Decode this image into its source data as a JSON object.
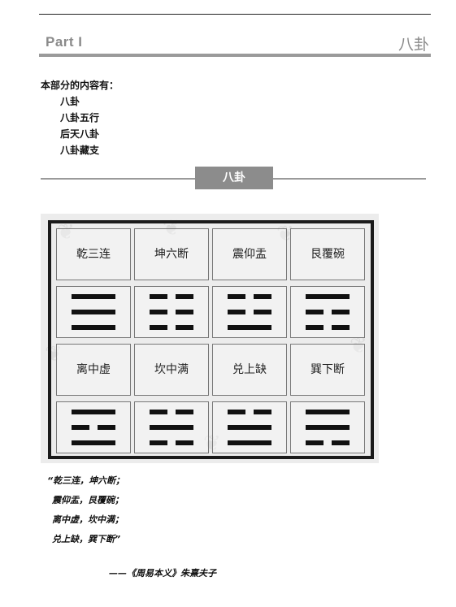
{
  "header": {
    "part": "Part I",
    "title": "八卦"
  },
  "contents": {
    "heading": "本部分的内容有：",
    "items": [
      "八卦",
      "八卦五行",
      "后天八卦",
      "八卦藏支"
    ]
  },
  "section": {
    "title": "八卦"
  },
  "figure": {
    "mnemonics": [
      "乾三连",
      "坤六断",
      "震仰盂",
      "艮覆碗",
      "离中虚",
      "坎中满",
      "兑上缺",
      "巽下断"
    ],
    "trigrams": [
      [
        "solid",
        "solid",
        "solid"
      ],
      [
        "broken",
        "broken",
        "broken"
      ],
      [
        "broken",
        "broken",
        "solid"
      ],
      [
        "solid",
        "broken",
        "broken"
      ],
      [
        "solid",
        "broken",
        "solid"
      ],
      [
        "broken",
        "solid",
        "broken"
      ],
      [
        "broken",
        "solid",
        "solid"
      ],
      [
        "solid",
        "solid",
        "broken"
      ]
    ]
  },
  "quote": {
    "lines": [
      "“乾三连，坤六断；",
      "震仰盂，艮覆碗；",
      "离中虚，坎中满；",
      "兑上缺，巽下断”"
    ],
    "source": "——《周易本义》朱熹夫子"
  }
}
